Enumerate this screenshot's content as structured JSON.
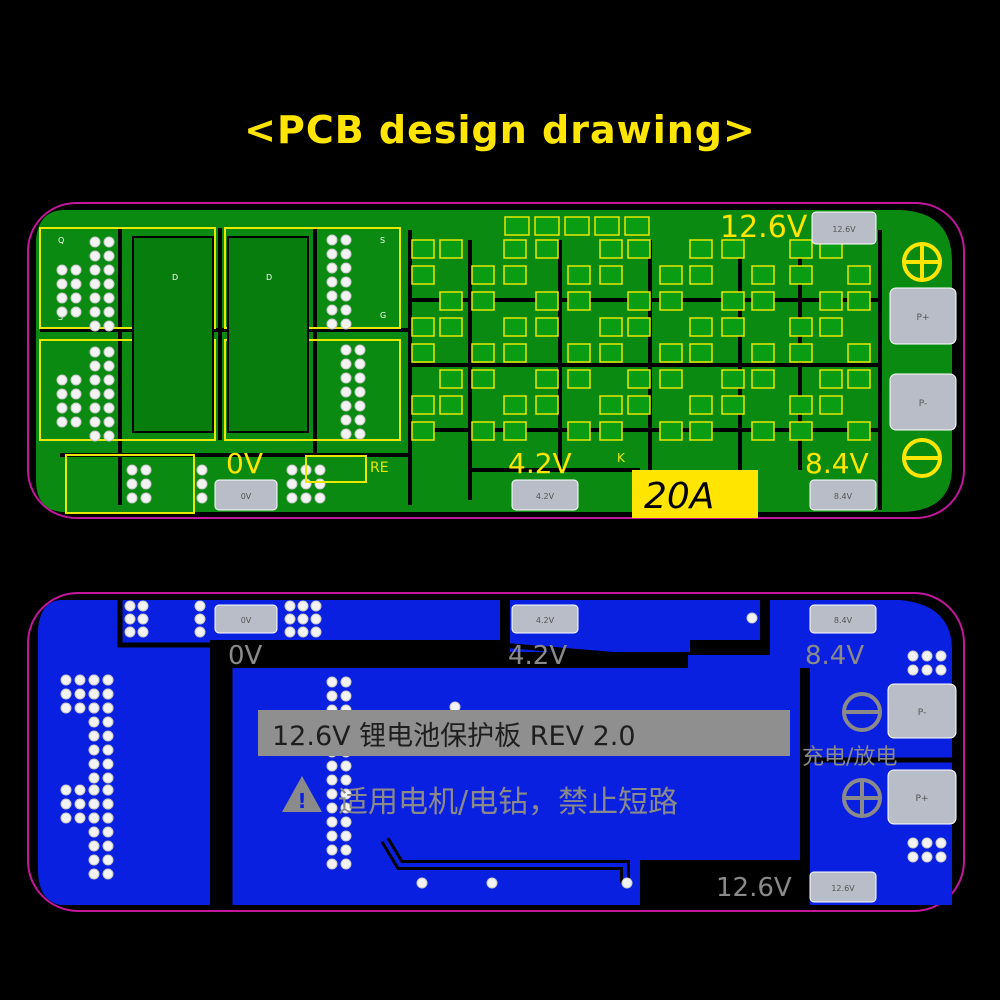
{
  "title": "<PCB design drawing>",
  "top_board": {
    "labels": {
      "v126": "12.6V",
      "v0": "0V",
      "v42": "4.2V",
      "v84": "8.4V",
      "current": "20A",
      "re": "RE",
      "k": "K"
    },
    "pad_labels": {
      "p126": "12.6V",
      "p0": "0V",
      "p42": "4.2V",
      "p84": "8.4V",
      "pplus": "P+",
      "pminus": "P-"
    },
    "mosfet_labels": {
      "q": "Q",
      "s": "S",
      "g": "G",
      "d": "D"
    },
    "colors": {
      "copper": "#0b8a12",
      "copper_dark": "#066b0c",
      "silk": "#e8e800",
      "outline": "#c2179a",
      "label": "#ffe500"
    }
  },
  "bottom_board": {
    "labels": {
      "v0": "0V",
      "v42": "4.2V",
      "v84": "8.4V",
      "v126": "12.6V",
      "charge_discharge": "充电/放电"
    },
    "title_plate": "12.6V 锂电池保护板 REV 2.0",
    "warning": "适用电机/电钻，禁止短路",
    "pad_labels": {
      "p0": "0V",
      "p42": "4.2V",
      "p84": "8.4V",
      "p126": "12.6V",
      "pminus": "P-",
      "pplus": "P+"
    },
    "colors": {
      "copper": "#0a20e0",
      "gap": "#000000",
      "outline": "#c2179a",
      "silk": "#8a8a8a",
      "plate": "#8f8f8f"
    }
  }
}
